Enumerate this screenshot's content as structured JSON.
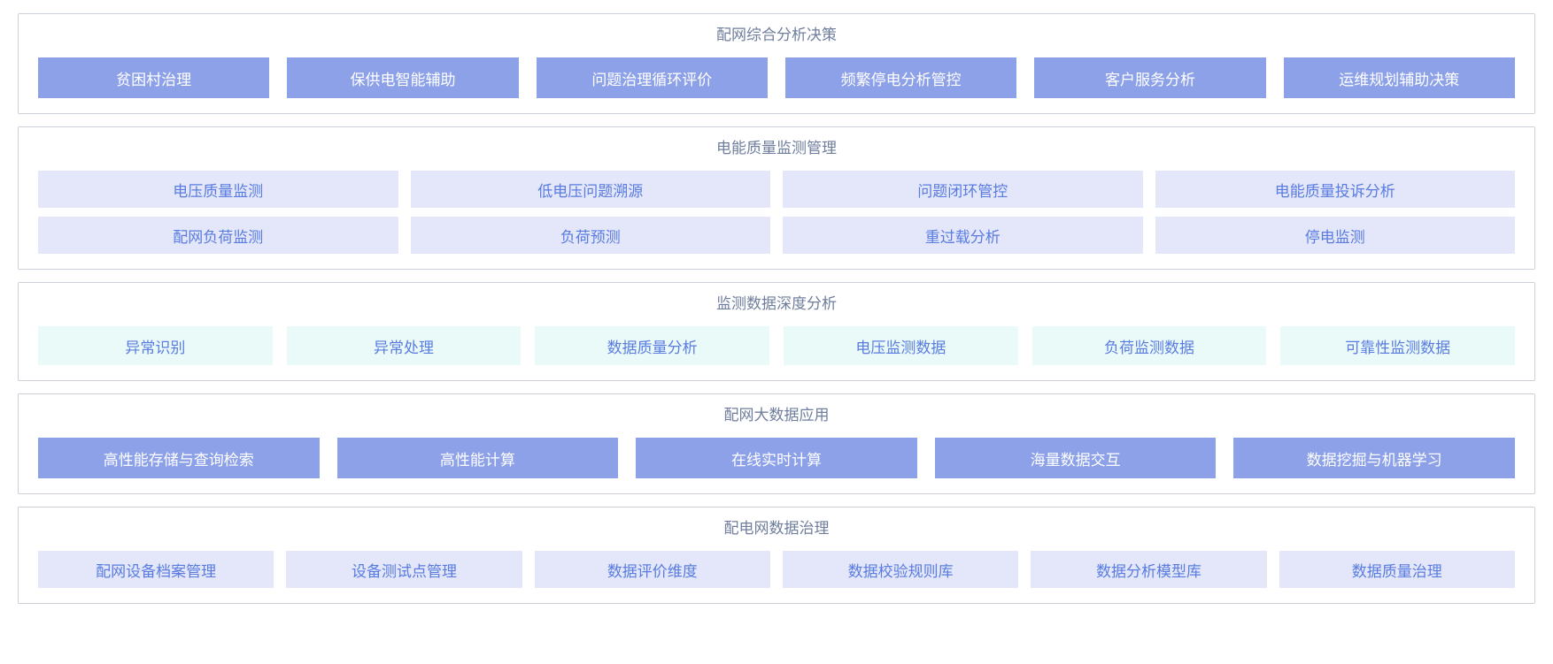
{
  "colors": {
    "solid_module_bg": "#8da1e8",
    "solid_module_text": "#ffffff",
    "lavender_module_bg": "#e3e7f9",
    "mint_module_bg": "#e9faf8",
    "light_module_text": "#5a7ce0",
    "panel_border": "#ccd1d9",
    "title_text": "#6f7e9d"
  },
  "sections": [
    {
      "id": "analysis-decision",
      "title": "配网综合分析决策",
      "style": "solid",
      "rows": [
        [
          "贫困村治理",
          "保供电智能辅助",
          "问题治理循环评价",
          "频繁停电分析管控",
          "客户服务分析",
          "运维规划辅助决策"
        ]
      ]
    },
    {
      "id": "power-quality-monitoring",
      "title": "电能质量监测管理",
      "style": "lavender",
      "rows": [
        [
          "电压质量监测",
          "低电压问题溯源",
          "问题闭环管控",
          "电能质量投诉分析"
        ],
        [
          "配网负荷监测",
          "负荷预测",
          "重过载分析",
          "停电监测"
        ]
      ]
    },
    {
      "id": "monitoring-data-analysis",
      "title": "监测数据深度分析",
      "style": "mint",
      "rows": [
        [
          "异常识别",
          "异常处理",
          "数据质量分析",
          "电压监测数据",
          "负荷监测数据",
          "可靠性监测数据"
        ]
      ]
    },
    {
      "id": "big-data-application",
      "title": "配网大数据应用",
      "style": "solid",
      "rows": [
        [
          "高性能存储与查询检索",
          "高性能计算",
          "在线实时计算",
          "海量数据交互",
          "数据挖掘与机器学习"
        ]
      ]
    },
    {
      "id": "data-governance",
      "title": "配电网数据治理",
      "style": "lavender",
      "rows": [
        [
          "配网设备档案管理",
          "设备测试点管理",
          "数据评价维度",
          "数据校验规则库",
          "数据分析模型库",
          "数据质量治理"
        ]
      ]
    }
  ]
}
